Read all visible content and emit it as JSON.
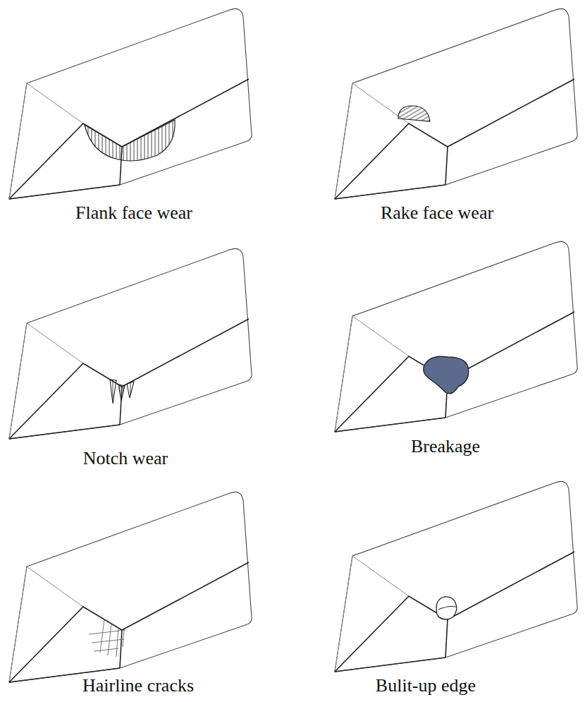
{
  "diagram": {
    "labels": [
      "Flank face wear",
      "Rake face wear",
      "Notch wear",
      "Breakage",
      "Hairline cracks",
      "Bulit-up edge"
    ]
  }
}
